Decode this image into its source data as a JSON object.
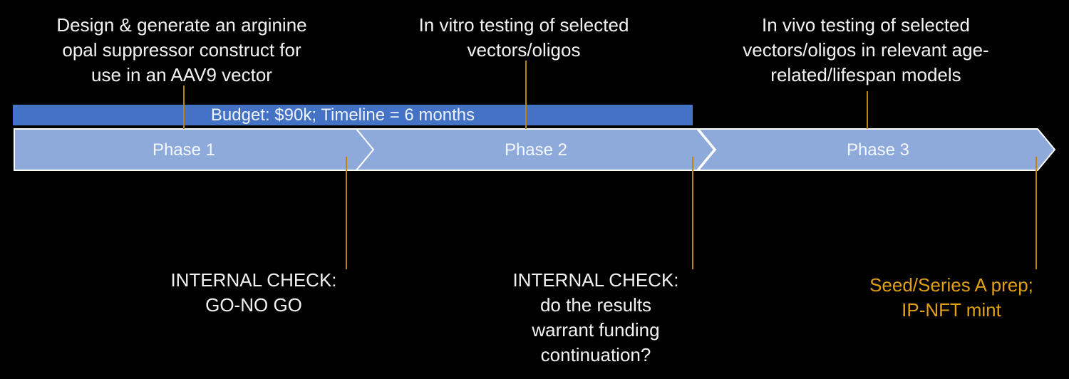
{
  "phases": [
    {
      "label": "Phase 1",
      "description": "Design & generate an arginine\nopal suppressor construct for\nuse in an AAV9 vector"
    },
    {
      "label": "Phase 2",
      "description": "In vitro testing of selected\nvectors/oligos"
    },
    {
      "label": "Phase 3",
      "description": "In vivo testing of selected\nvectors/oligos in relevant age-\nrelated/lifespan models"
    }
  ],
  "budget": {
    "text": "Budget: $90k; Timeline = 6 months"
  },
  "checkpoints": [
    {
      "text": "INTERNAL CHECK:\nGO-NO GO"
    },
    {
      "text": "INTERNAL CHECK:\ndo the results\nwarrant funding\ncontinuation?"
    },
    {
      "text": "Seed/Series A prep;\nIP-NFT mint"
    }
  ],
  "colors": {
    "arrow_fill": "#8eaadb",
    "budget_bar": "#4472c4",
    "connector": "#b8860b",
    "seed_text": "#e0a010"
  }
}
